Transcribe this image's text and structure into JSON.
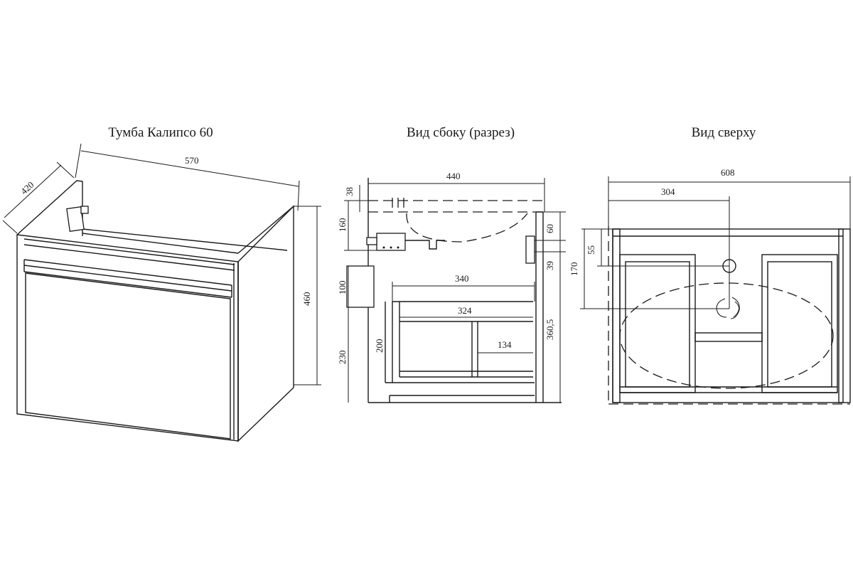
{
  "views": {
    "iso": {
      "title": "Тумба Калипсо 60",
      "dims": {
        "width": "570",
        "depth": "420",
        "height": "460"
      }
    },
    "side": {
      "title": "Вид сбоку (разрез)",
      "dims": {
        "d440": "440",
        "d38": "38",
        "d160": "160",
        "d60": "60",
        "d39": "39",
        "d100": "100",
        "d230": "230",
        "d200": "200",
        "d340": "340",
        "d324": "324",
        "d134": "134",
        "d360": "360,5"
      }
    },
    "top": {
      "title": "Вид сверху",
      "dims": {
        "d608": "608",
        "d304": "304",
        "d55": "55",
        "d170": "170"
      }
    }
  }
}
